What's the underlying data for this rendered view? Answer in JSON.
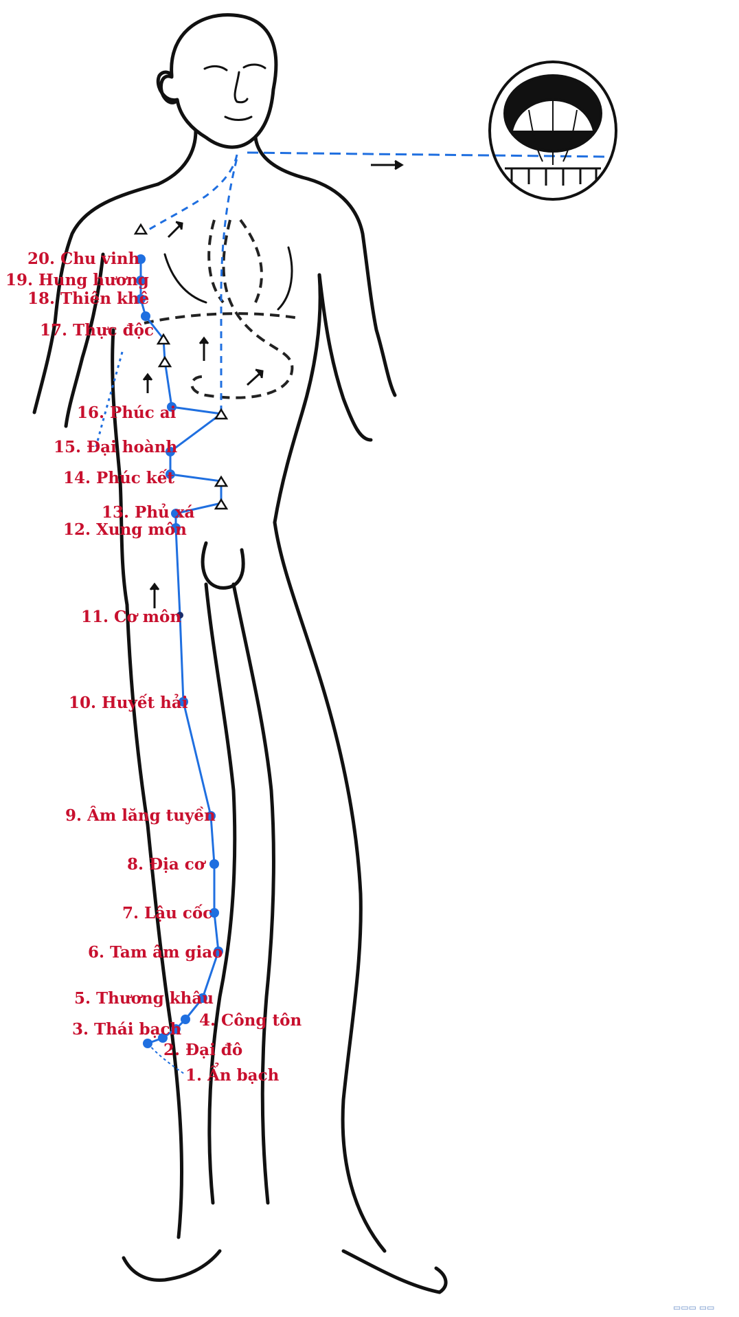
{
  "colors": {
    "label": "#c8102e",
    "meridian": "#1f6fe0",
    "outline": "#111111",
    "dashed_internal": "#222222"
  },
  "figure": {
    "icon": "human-figure-front-view",
    "inset_icon": "open-mouth-tongue"
  },
  "points": [
    {
      "label": "20. Chu vinh"
    },
    {
      "label": "19. Hung hương"
    },
    {
      "label": "18. Thiên khê"
    },
    {
      "label": "17. Thực độc"
    },
    {
      "label": "16. Phúc ai"
    },
    {
      "label": "15. Đại hoành"
    },
    {
      "label": "14. Phúc kết"
    },
    {
      "label": "13. Phủ xá"
    },
    {
      "label": "12. Xung môn"
    },
    {
      "label": "11. Cơ môn"
    },
    {
      "label": "10. Huyết hải"
    },
    {
      "label": "9. Âm lăng tuyền"
    },
    {
      "label": "8. Địa cơ"
    },
    {
      "label": "7. Lậu cốc"
    },
    {
      "label": "6. Tam âm giao"
    },
    {
      "label": "5. Thương khâu"
    },
    {
      "label": "4. Công tôn"
    },
    {
      "label": "3. Thái bạch"
    },
    {
      "label": "2. Đại đô"
    },
    {
      "label": "1. Ẩn bạch"
    }
  ]
}
